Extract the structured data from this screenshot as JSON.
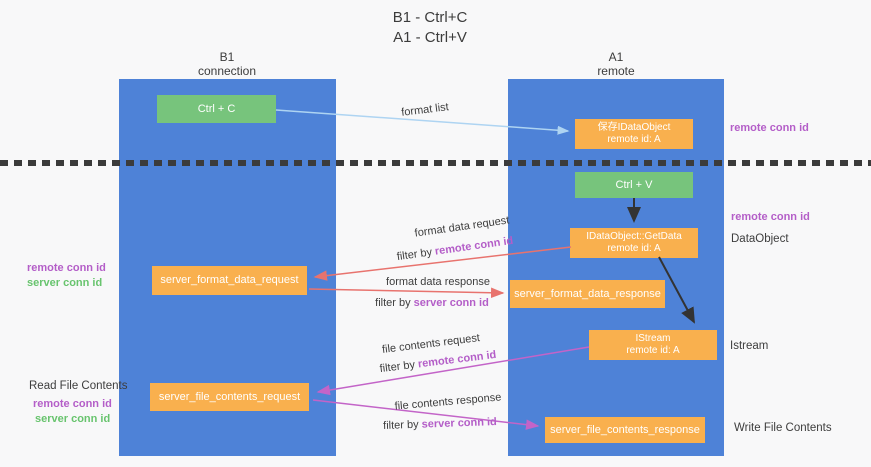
{
  "title": {
    "line1": "B1 - Ctrl+C",
    "line2": "A1 - Ctrl+V"
  },
  "columns": {
    "left": {
      "title": "B1",
      "subtitle": "connection"
    },
    "right": {
      "title": "A1",
      "subtitle": "remote"
    }
  },
  "nodes": {
    "ctrl_c": {
      "label": "Ctrl + C"
    },
    "saved_dataobject": {
      "line1": "保存IDataObject",
      "line2": "remote id: A"
    },
    "ctrl_v": {
      "label": "Ctrl + V"
    },
    "getdata": {
      "line1": "IDataObject::GetData",
      "line2": "remote id: A"
    },
    "format_request": {
      "label": "server_format_data_request"
    },
    "format_response": {
      "label": "server_format_data_response"
    },
    "istream": {
      "line1": "IStream",
      "line2": "remote id: A"
    },
    "file_request": {
      "label": "server_file_contents_request"
    },
    "file_response": {
      "label": "server_file_contents_response"
    }
  },
  "edges": {
    "format_list": "format list",
    "format_data_request": "format data request",
    "format_data_response": "format data response",
    "file_contents_request": "file contents request",
    "file_contents_response": "file contents response",
    "filter_by": "filter by",
    "remote_conn_id": "remote conn id",
    "server_conn_id": "server conn id"
  },
  "side_labels": {
    "left": {
      "remote_conn_id": "remote conn id",
      "server_conn_id": "server conn id",
      "read_file_contents": "Read File Contents"
    },
    "right": {
      "remote_conn_id_top": "remote conn id",
      "remote_conn_id_mid": "remote conn id",
      "dataobject": "DataObject",
      "istream": "Istream",
      "write_file_contents": "Write File Contents"
    }
  },
  "colors": {
    "lane_blue": "#4e82d7",
    "box_orange": "#f9b04e",
    "box_green": "#77c47c",
    "purple_text": "#b45ec8",
    "green_text": "#68c46e",
    "salmon_arrow": "#e8736e",
    "magenta_arrow": "#c364c8",
    "light_blue_arrow": "#aed4f2",
    "black_arrow": "#333333"
  }
}
